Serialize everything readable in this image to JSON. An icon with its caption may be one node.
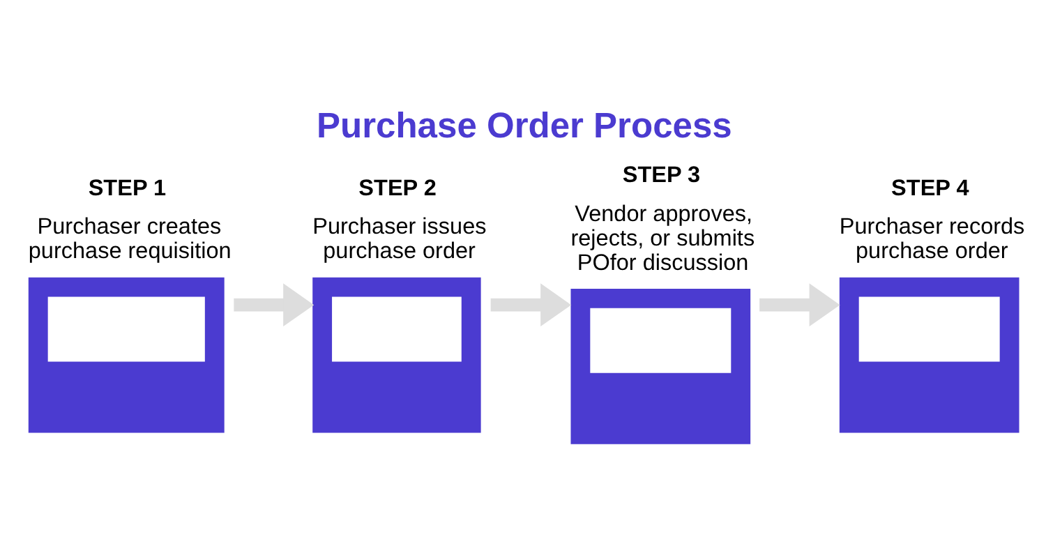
{
  "diagram": {
    "title": "Purchase Order Process",
    "nodes": [
      {
        "text": [
          "STEP 1",
          "Purchaser creates purchase requisition"
        ]
      },
      {
        "text": [
          "STEP 2",
          "Purchaser issues purchase order"
        ]
      },
      {
        "text": [
          "STEP 3",
          "Vendor approves, rejects, or submits POfor discussion"
        ]
      },
      {
        "text": [
          "STEP 4",
          "Purchaser records purchase order"
        ]
      }
    ],
    "edges": [
      {
        "from": 0,
        "to": 1,
        "arrow": "to"
      },
      {
        "from": 1,
        "to": 2,
        "arrow": "to"
      },
      {
        "from": 2,
        "to": 3,
        "arrow": "to"
      }
    ]
  }
}
